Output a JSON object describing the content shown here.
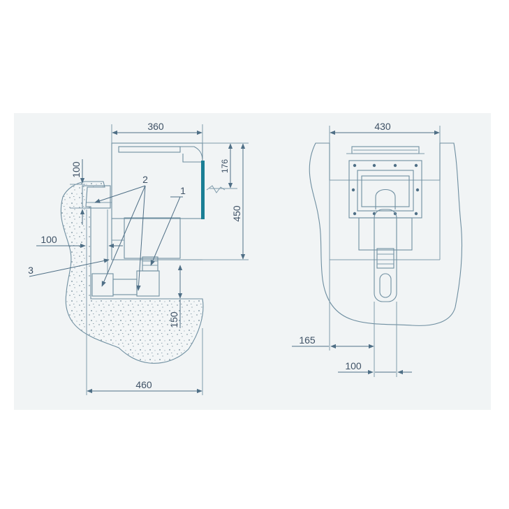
{
  "dimensions": {
    "side_width": "360",
    "side_top_offset": "176",
    "side_height": "450",
    "side_wall": "100",
    "side_wall_left": "100",
    "side_base": "150",
    "side_total_width": "460",
    "front_width": "430",
    "front_offset": "165",
    "front_pipe": "100"
  },
  "callouts": {
    "item_1": "1",
    "item_2": "2",
    "item_3": "3"
  },
  "colors": {
    "background_panel": "#f1f4f5",
    "line": "#6e8ea0",
    "dimension": "#4f6f86",
    "handle": "#1a7f95",
    "text": "#3f5266"
  }
}
